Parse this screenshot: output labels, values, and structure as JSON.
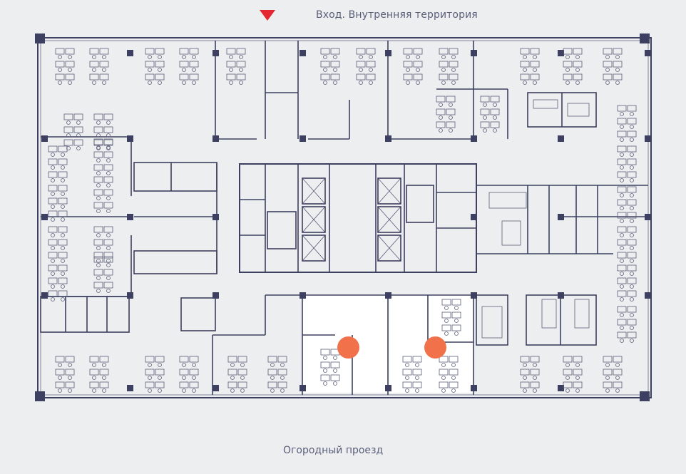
{
  "labels": {
    "entrance": "Вход. Внутренняя территория",
    "street": "Огородный проезд"
  },
  "colors": {
    "background": "#eceeef",
    "wall": "#3d4060",
    "furniture": "#5b5f7a",
    "highlight": "#ffffff",
    "marker": "#f0714a",
    "arrow": "#e3262f"
  },
  "markers": [
    {
      "id": "office-a",
      "label": ""
    },
    {
      "id": "office-b",
      "label": ""
    }
  ]
}
